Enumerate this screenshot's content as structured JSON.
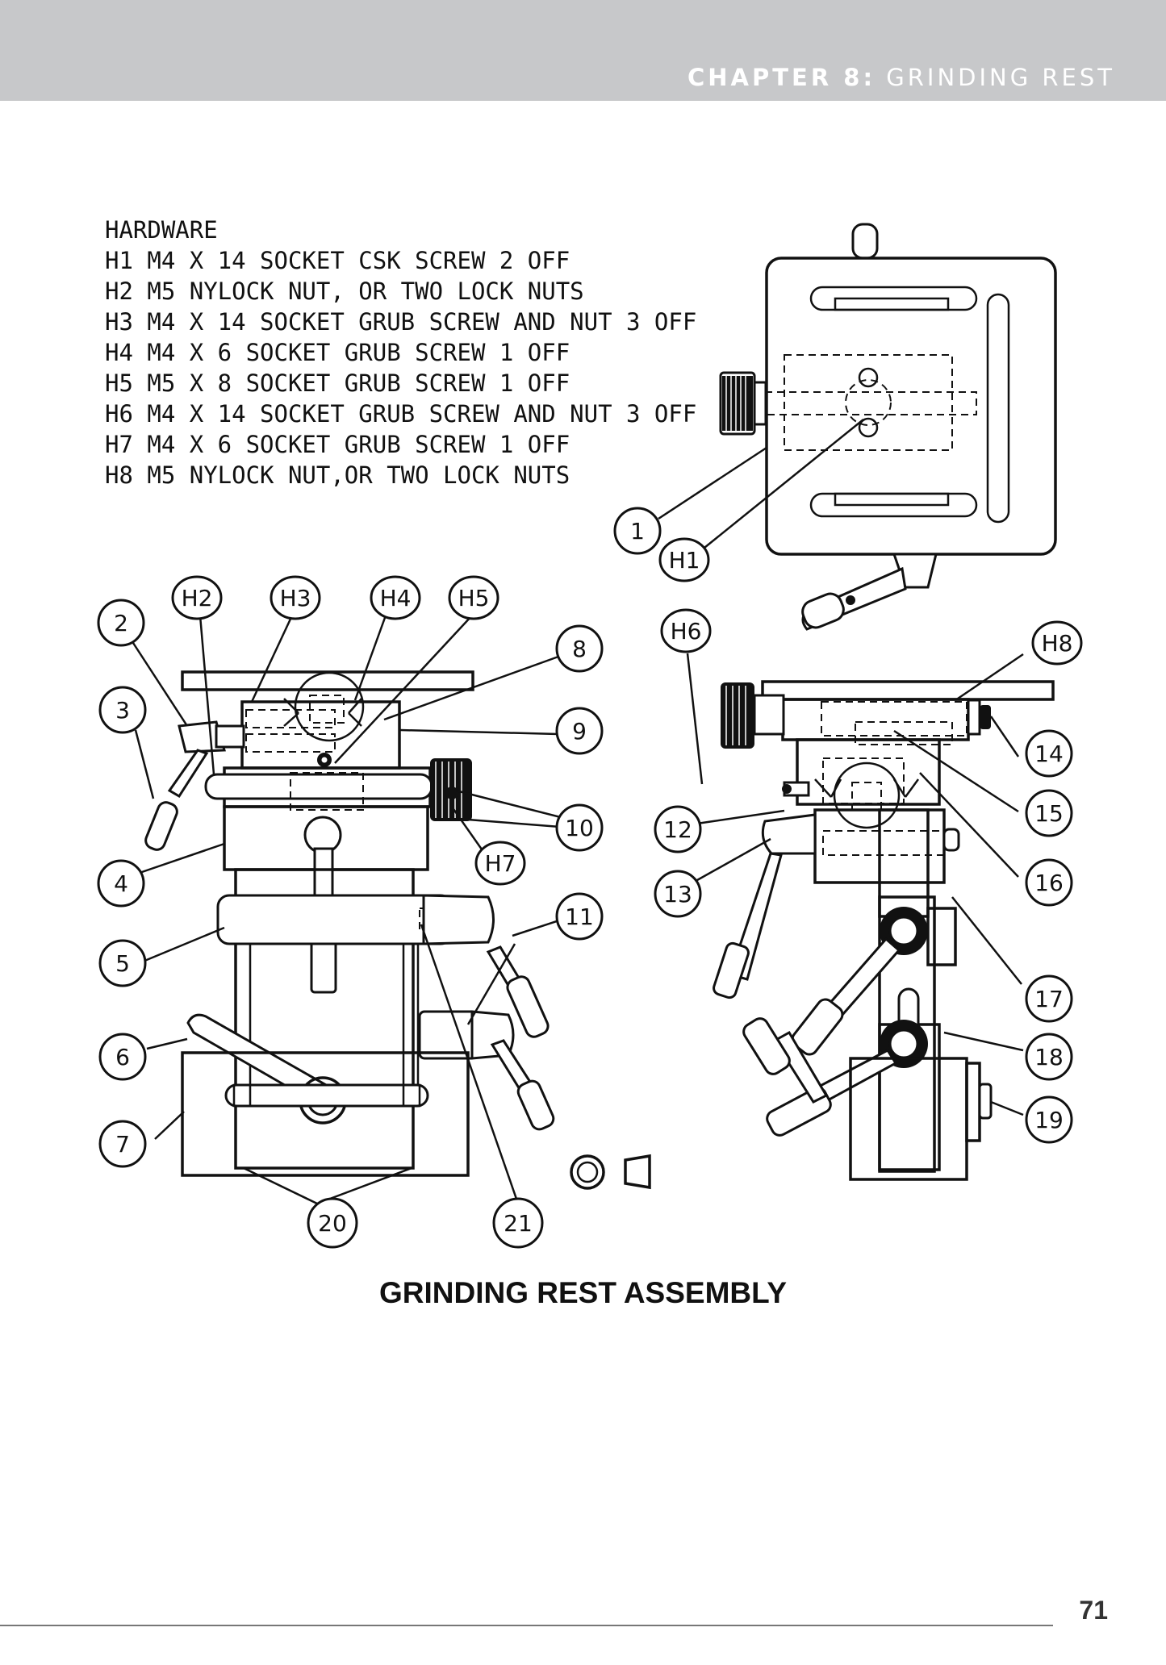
{
  "header": {
    "chapter_label": "CHAPTER 8:",
    "chapter_title": "GRINDING REST"
  },
  "hardware": {
    "heading": "HARDWARE",
    "items": [
      "H1 M4 X 14 SOCKET CSK SCREW 2 OFF",
      "H2 M5 NYLOCK NUT, OR TWO LOCK NUTS",
      "H3 M4 X 14 SOCKET GRUB SCREW AND NUT 3 OFF",
      "H4 M4 X 6 SOCKET GRUB SCREW 1 OFF",
      "H5 M5 X 8 SOCKET GRUB SCREW 1 OFF",
      "H6 M4 X 14 SOCKET GRUB SCREW AND NUT 3 OFF",
      "H7 M4 X 6 SOCKET GRUB SCREW 1 OFF",
      "H8 M5 NYLOCK NUT,OR TWO LOCK NUTS"
    ]
  },
  "callouts": {
    "c1": "1",
    "c2": "2",
    "c3": "3",
    "c4": "4",
    "c5": "5",
    "c6": "6",
    "c7": "7",
    "c8": "8",
    "c9": "9",
    "c10": "10",
    "c11": "11",
    "c12": "12",
    "c13": "13",
    "c14": "14",
    "c15": "15",
    "c16": "16",
    "c17": "17",
    "c18": "18",
    "c19": "19",
    "c20": "20",
    "c21": "21",
    "h1": "H1",
    "h2": "H2",
    "h3": "H3",
    "h4": "H4",
    "h5": "H5",
    "h6": "H6",
    "h7": "H7",
    "h8": "H8"
  },
  "caption": "GRINDING REST ASSEMBLY",
  "page_number": "71"
}
